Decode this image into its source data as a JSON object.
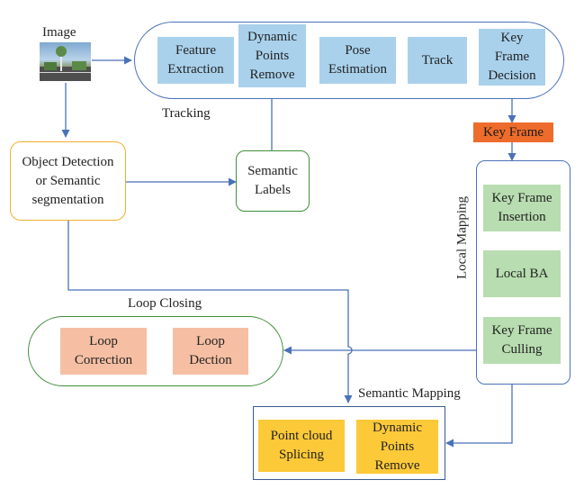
{
  "input": {
    "label": "Image"
  },
  "tracking": {
    "title": "Tracking",
    "steps": [
      {
        "label": "Feature\nExtraction"
      },
      {
        "label": "Dynamic\nPoints\nRemove"
      },
      {
        "label": "Pose\nEstimation"
      },
      {
        "label": "Track"
      },
      {
        "label": "Key\nFrame\nDecision"
      }
    ]
  },
  "key_frame": {
    "label": "Key Frame"
  },
  "object_detection": {
    "label": "Object Detection\nor Semantic\nsegmentation"
  },
  "semantic_labels": {
    "label": "Semantic\nLabels"
  },
  "local_mapping": {
    "title": "Local Mapping",
    "steps": [
      {
        "label": "Key Frame\nInsertion"
      },
      {
        "label": "Local BA"
      },
      {
        "label": "Key Frame\nCulling"
      }
    ]
  },
  "loop_closing": {
    "title": "Loop Closing",
    "steps": [
      {
        "label": "Loop\nCorrection"
      },
      {
        "label": "Loop\nDection"
      }
    ]
  },
  "semantic_mapping": {
    "title": "Semantic Mapping",
    "steps": [
      {
        "label": "Point cloud\nSplicing"
      },
      {
        "label": "Dynamic\nPoints\nRemove"
      }
    ]
  },
  "colors": {
    "arrow": "#4a72b8",
    "tracking_border": "#4a72b8",
    "step_blue": "#a9d1ec",
    "step_green": "#b8ddb0",
    "step_salmon": "#f6bfa3",
    "step_yellow": "#fcc938",
    "key_frame": "#ee6c2b",
    "detection_border": "#f0b030",
    "green_border": "#3f8f3a",
    "mapping_border": "#3a5a8a"
  }
}
